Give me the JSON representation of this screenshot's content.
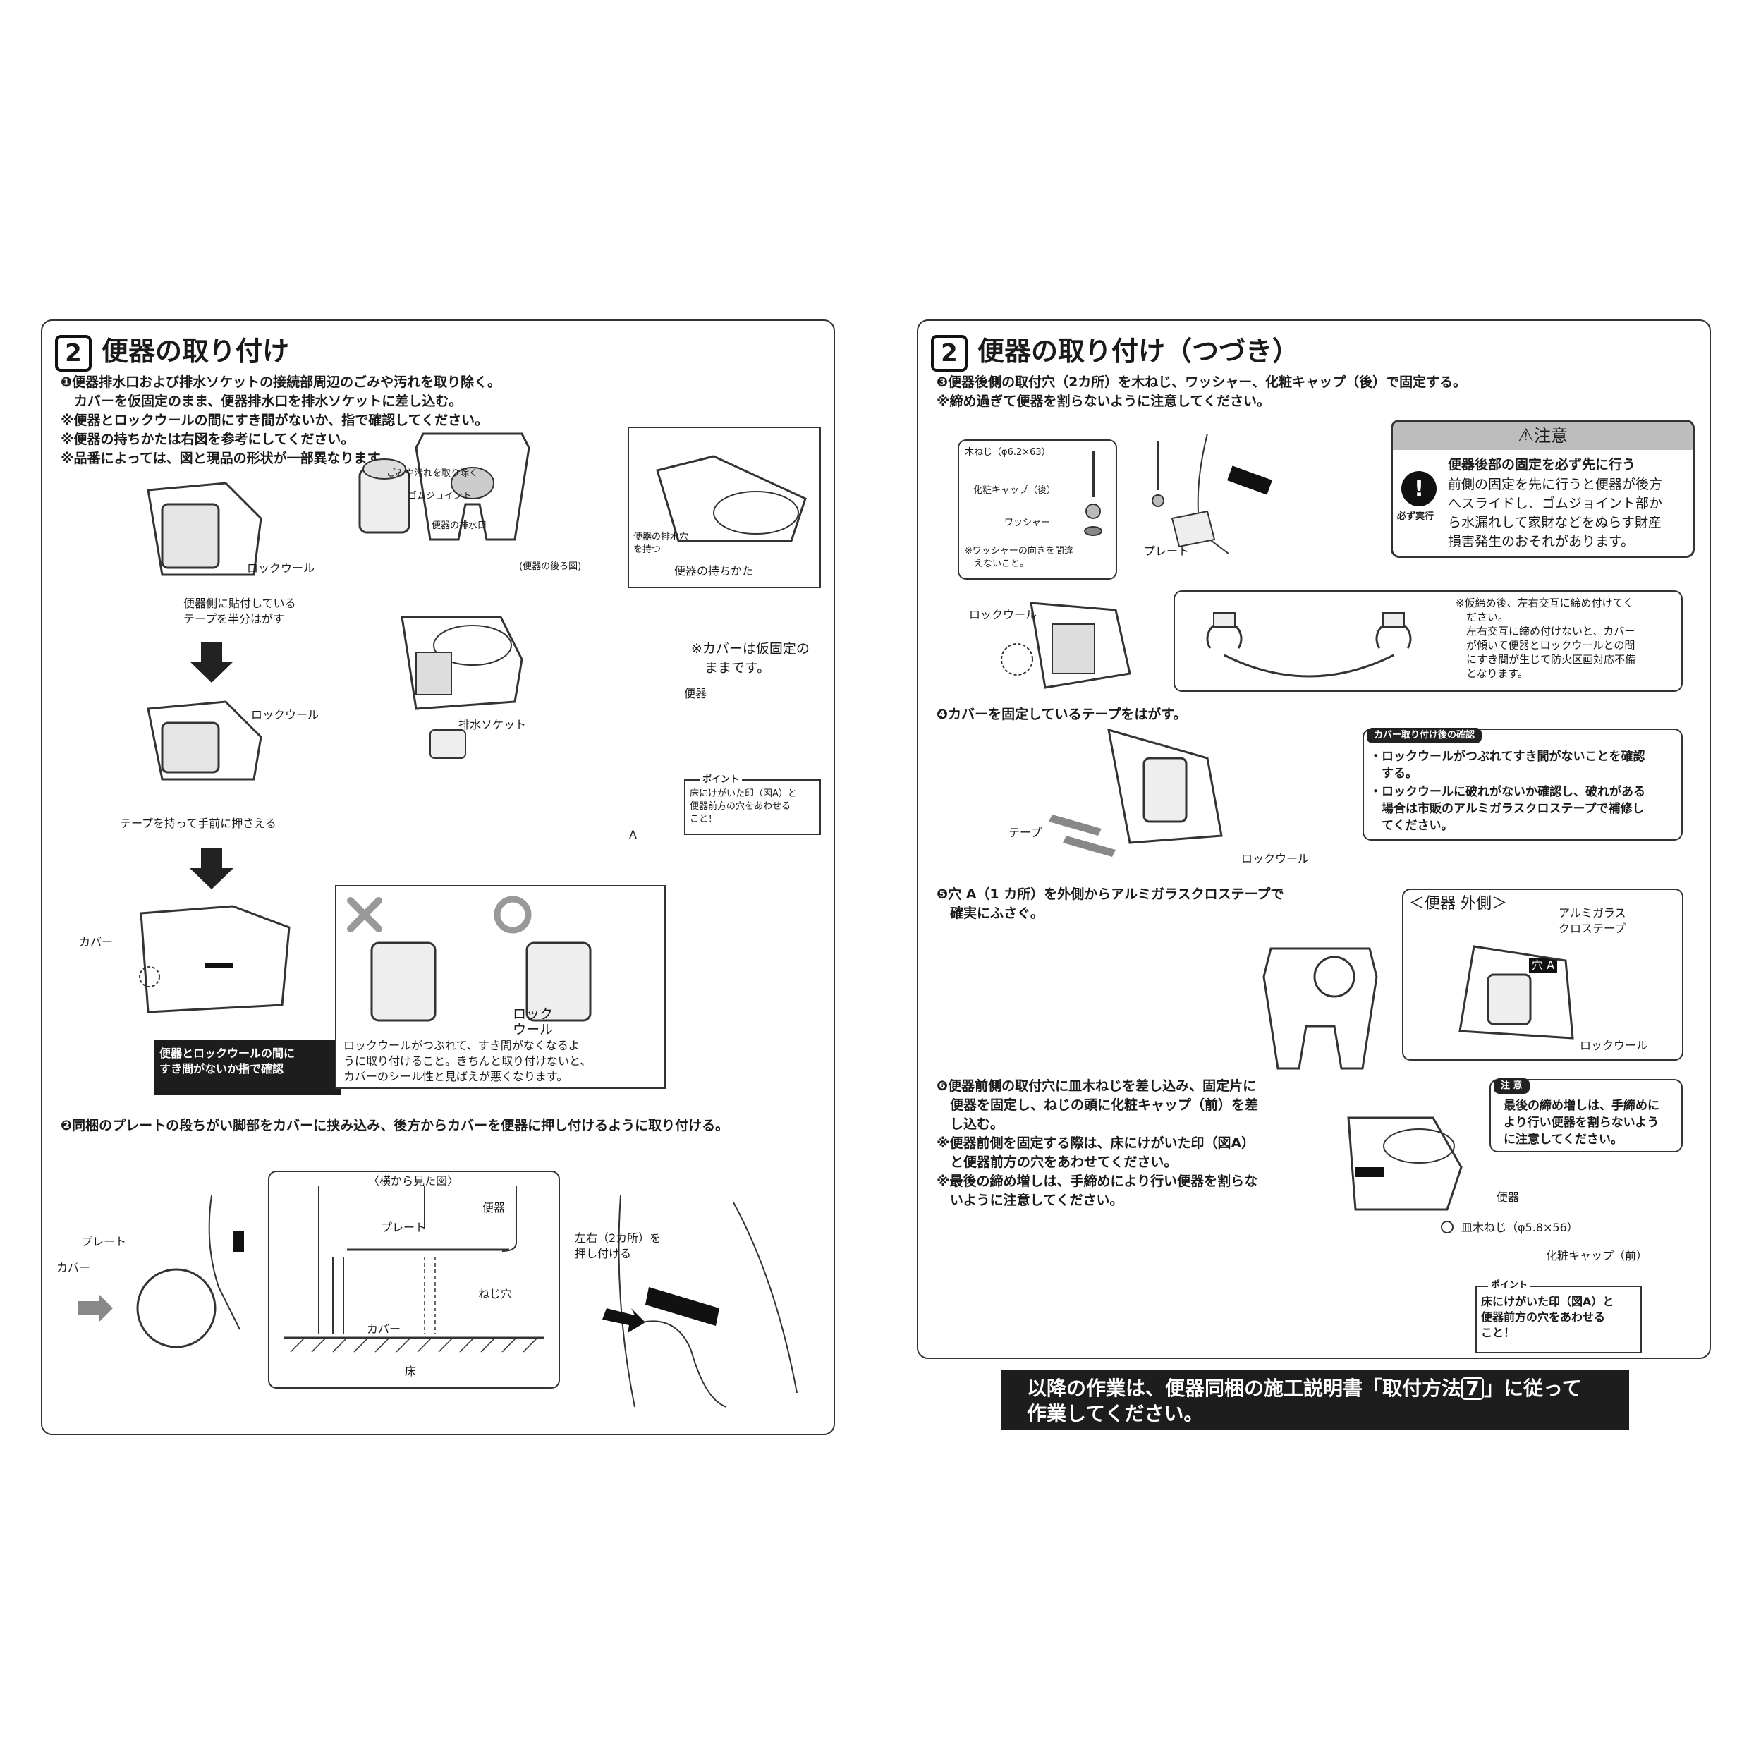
{
  "left": {
    "title": "便器の取り付け",
    "step_num": "2",
    "step1": {
      "line1": "❶便器排水口および排水ソケットの接続部周辺のごみや汚れを取り除く。",
      "line2": "　カバーを仮固定のまま、便器排水口を排水ソケットに差し込む。",
      "note1": "※便器とロックウールの間にすき間がないか、指で確認してください。",
      "note2": "※便器の持ちかたは右図を参考にしてください。",
      "note3": "※品番によっては、図と現品の形状が一部異なります。"
    },
    "labels": {
      "gomi": "ごみや汚れを取り除く",
      "gomu": "ゴムジョイント",
      "haisuiguchi": "便器の排水口",
      "ushiro": "(便器の後ろ図)",
      "haisuiana": "便器の排水穴\nを持つ",
      "mochikata": "便器の持ちかた",
      "rockwool1": "ロックウール",
      "tape_half": "便器側に貼付している\nテープを半分はがす",
      "rockwool2": "ロックウール",
      "tape_push": "テープを持って手前に押さえる",
      "cover_kari": "※カバーは仮固定の\n　ままです。",
      "benki": "便器",
      "socket": "排水ソケット",
      "point_title": "ポイント",
      "point_text": "床にけがいた印（図A）と\n便器前方の穴をあわせる\nこと！",
      "a": "A",
      "cover": "カバー",
      "check_box": "便器とロックウールの間に\nすき間がないか指で確認",
      "rock_uru": "ロック\nウール",
      "ng_text": "ロックウールがつぶれて、すき間がなくなるよ\nうに取り付けること。きちんと取り付けないと、\nカバーのシール性と見ばえが悪くなります。"
    },
    "step2": {
      "line": "❷同梱のプレートの段ちがい脚部をカバーに挟み込み、後方からカバーを便器に押し付けるように取り付ける。"
    },
    "side": {
      "title": "〈横から見た図〉",
      "benki": "便器",
      "plate": "プレート",
      "neji": "ねじ穴",
      "cover": "カバー",
      "yuka": "床",
      "plate_l": "プレート",
      "cover_l": "カバー",
      "oshi": "左右（2カ所）を\n押し付ける"
    }
  },
  "right": {
    "title": "便器の取り付け（つづき）",
    "step_num": "2",
    "step3": {
      "line": "❸便器後側の取付穴（2カ所）を木ねじ、ワッシャー、化粧キャップ（後）で固定する。",
      "note": "※締め過ぎて便器を割らないように注意してください。"
    },
    "parts": {
      "kineji": "木ねじ（φ6.2×63）",
      "cap": "化粧キャップ（後）",
      "washer": "ワッシャー",
      "washer_note": "※ワッシャーの向きを間違\n　えないこと。",
      "plate": "プレート"
    },
    "caution": {
      "header": "注意",
      "bold": "便器後部の固定を必ず先に行う",
      "text": "前側の固定を先に行うと便器が後方\nへスライドし、ゴムジョイント部か\nら水漏れして家財などをぬらす財産\n損害発生のおそれがあります。",
      "icon_label": "必ず実行"
    },
    "rockwool": "ロックウール",
    "kari_note": "※仮締め後、左右交互に締め付けてく\n　ださい。\n　左右交互に締め付けないと、カバー\n　が傾いて便器とロックウールとの間\n　にすき間が生じて防火区画対応不備\n　となります。",
    "step4": {
      "line": "❹カバーを固定しているテープをはがす。"
    },
    "confirm": {
      "tag": "カバー取り付け後の確認",
      "item1": "・ロックウールがつぶれてすき間がないことを確認\n　する。",
      "item2": "・ロックウールに破れがないか確認し、破れがある\n　場合は市販のアルミガラスクロステープで補修し\n　てください。"
    },
    "tape": "テープ",
    "rockwool3": "ロックウール",
    "step5": {
      "line": "❺穴 A（1 カ所）を外側からアルミガラスクロステープで\n　確実にふさぐ。"
    },
    "outside": {
      "title": "＜便器 外側＞",
      "tape": "アルミガラス\nクロステープ",
      "hole": "穴 A",
      "rockwool": "ロックウール"
    },
    "step6": {
      "line": "❻便器前側の取付穴に皿木ねじを差し込み、固定片に\n　便器を固定し、ねじの頭に化粧キャップ（前）を差\n　し込む。",
      "note1": "※便器前側を固定する際は、床にけがいた印（図A）\n　と便器前方の穴をあわせてください。",
      "note2": "※最後の締め増しは、手締めにより行い便器を割らな\n　いように注意してください。"
    },
    "attention": {
      "tag": "注 意",
      "text": "最後の締め増しは、手締めに\nより行い便器を割らないよう\nに注意してください。"
    },
    "front": {
      "benki": "便器",
      "saraneji": "皿木ねじ（φ5.8×56）",
      "cap": "化粧キャップ（前）",
      "point_title": "ポイント",
      "point_text": "床にけがいた印（図A）と\n便器前方の穴をあわせる\nこと！"
    },
    "footer": {
      "line1": "以降の作業は、便器同梱の施工説明書「取付方法",
      "num": "7",
      "line1_end": "」に従って",
      "line2": "作業してください。"
    }
  }
}
